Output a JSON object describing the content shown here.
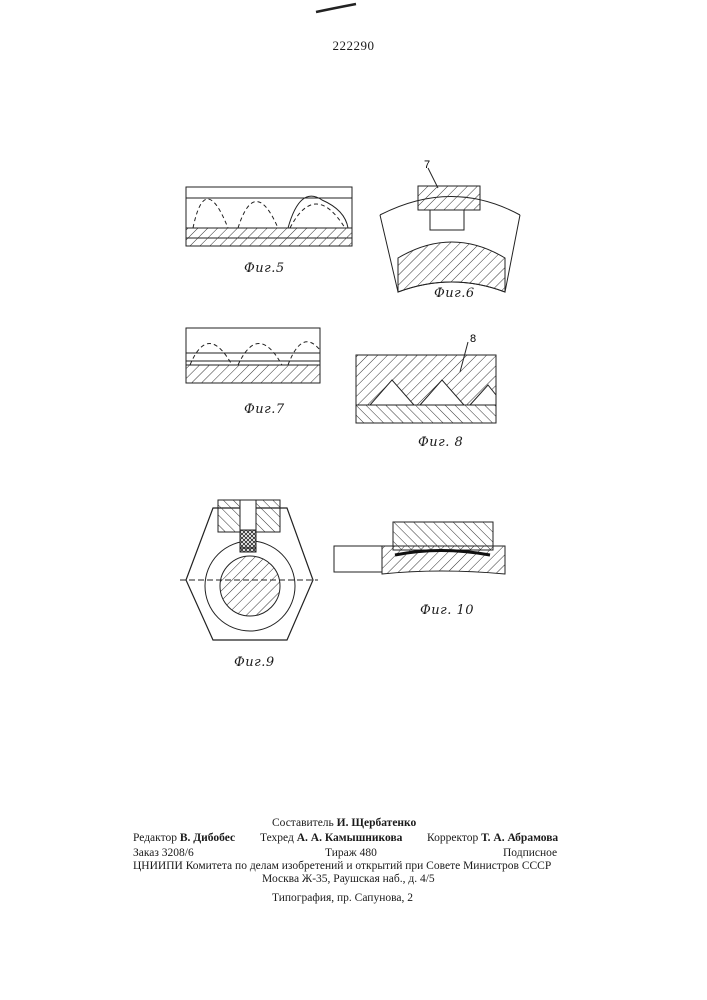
{
  "document": {
    "patent_number": "222290"
  },
  "figures": [
    {
      "id": "fig5",
      "caption": "Фиг.5"
    },
    {
      "id": "fig6",
      "caption": "Фиг.6",
      "callout": "7"
    },
    {
      "id": "fig7",
      "caption": "Фиг.7"
    },
    {
      "id": "fig8",
      "caption": "Фиг. 8",
      "callout": "8"
    },
    {
      "id": "fig9",
      "caption": "Фиг.9"
    },
    {
      "id": "fig10",
      "caption": "Фиг. 10"
    }
  ],
  "imprint": {
    "compiler_label": "Составитель",
    "compiler_name": "И. Щербатенко",
    "editor_label": "Редактор",
    "editor_name": "В. Дибобес",
    "techred_label": "Техред",
    "techred_name": "А. А. Камышникова",
    "corrector_label": "Корректор",
    "corrector_name": "Т. А. Абрамова",
    "order": "Заказ 3208/6",
    "print_run": "Тираж 480",
    "subscription": "Подписное",
    "institute": "ЦНИИПИ Комитета по делам изобретений и открытий при Совете Министров СССР",
    "address": "Москва Ж-35, Раушская наб., д. 4/5",
    "printer": "Типография, пр. Сапунова, 2"
  }
}
